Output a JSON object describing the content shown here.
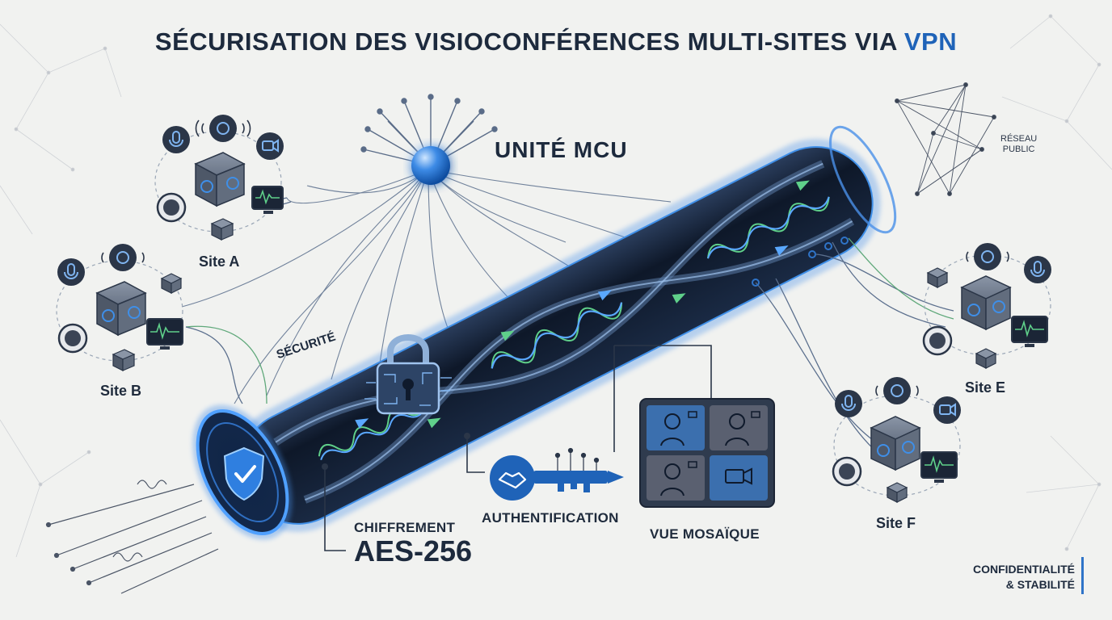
{
  "title": {
    "main": "SÉCURISATION DES VISIOCONFÉRENCES MULTI-SITES VIA ",
    "highlight": "VPN"
  },
  "labels": {
    "mcu": "UNITÉ MCU",
    "public_network_line1": "RÉSEAU",
    "public_network_line2": "PUBLIC",
    "security": "SÉCURITÉ",
    "encryption_line1": "CHIFFREMENT",
    "encryption_line2": "AES-256",
    "authentication": "AUTHENTIFICATION",
    "mosaic": "VUE MOSAÏQUE",
    "footer_line1": "CONFIDENTIALITÉ",
    "footer_line2": "& STABILITÉ"
  },
  "sites": [
    {
      "id": "a",
      "name": "Site A"
    },
    {
      "id": "b",
      "name": "Site B"
    },
    {
      "id": "e",
      "name": "Site E"
    },
    {
      "id": "f",
      "name": "Site F"
    }
  ],
  "icons": [
    "microphone-icon",
    "webcam-icon",
    "video-camera-icon",
    "monitor-icon",
    "speaker-icon",
    "shield-check-icon",
    "padlock-icon",
    "handshake-icon",
    "key-icon",
    "user-avatar-icon"
  ],
  "colors": {
    "background": "#f1f2f0",
    "title": "#1d2a3d",
    "accent_blue": "#1f63b8",
    "tunnel_dark": "#0f1a2c",
    "glow_blue": "#3f8fe8",
    "signal_green": "#5fd08a"
  }
}
